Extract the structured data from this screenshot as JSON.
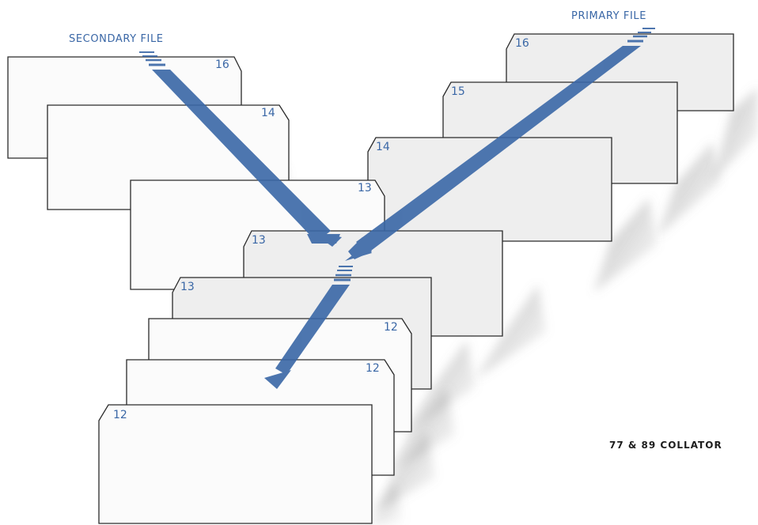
{
  "labels": {
    "secondary": "SECONDARY FILE",
    "primary": "PRIMARY FILE",
    "caption": "77 & 89 COLLATOR"
  },
  "cards": {
    "secondary_16": "16",
    "secondary_14": "14",
    "secondary_13": "13",
    "primary_16": "16",
    "primary_15": "15",
    "primary_14": "14",
    "primary_13": "13",
    "merged_13": "13",
    "merged_12a": "12",
    "merged_12b": "12",
    "merged_12c": "12"
  },
  "colors": {
    "accent": "#3a67a6",
    "card_white": "#fbfbfb",
    "card_grey": "#eeeeee"
  }
}
